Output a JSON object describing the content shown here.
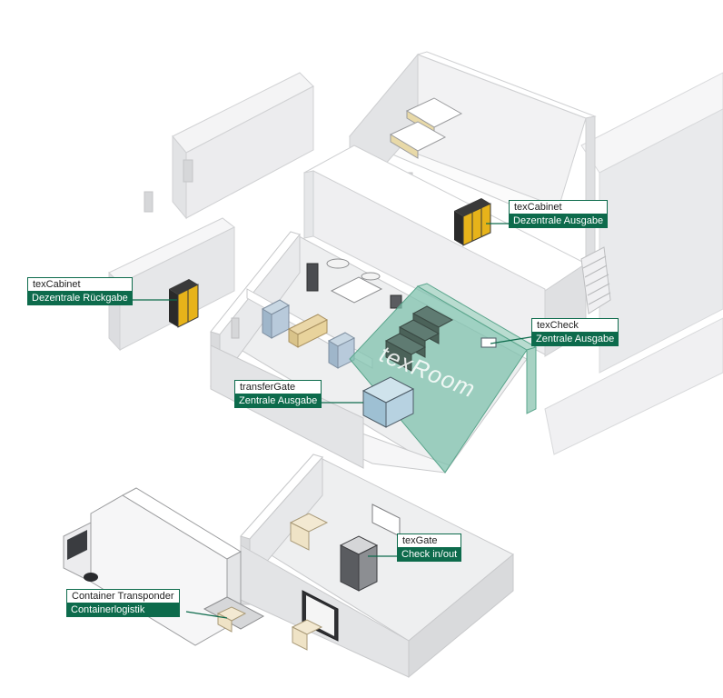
{
  "labels": {
    "room": "texRoom",
    "callouts": [
      {
        "key": "texcabinet-ausgabe",
        "title": "texCabinet",
        "subtitle": "Dezentrale Ausgabe"
      },
      {
        "key": "texcabinet-rueckgabe",
        "title": "texCabinet",
        "subtitle": "Dezentrale Rückgabe"
      },
      {
        "key": "texcheck",
        "title": "texCheck",
        "subtitle": "Zentrale Ausgabe"
      },
      {
        "key": "transfergate",
        "title": "transferGate",
        "subtitle": "Zentrale Ausgabe"
      },
      {
        "key": "texgate",
        "title": "texGate",
        "subtitle": "Check in/out"
      },
      {
        "key": "container-transponder",
        "title": "Container Transponder",
        "subtitle": "Containerlogistik"
      }
    ]
  },
  "colors": {
    "brand_green": "#0d6b4c",
    "room_tint": "#7fc2ad",
    "cabinet_yellow": "#e7b31a",
    "wall_top": "#ffffff",
    "wall_side": "#e2e3e5",
    "floor": "#eeeff0"
  }
}
